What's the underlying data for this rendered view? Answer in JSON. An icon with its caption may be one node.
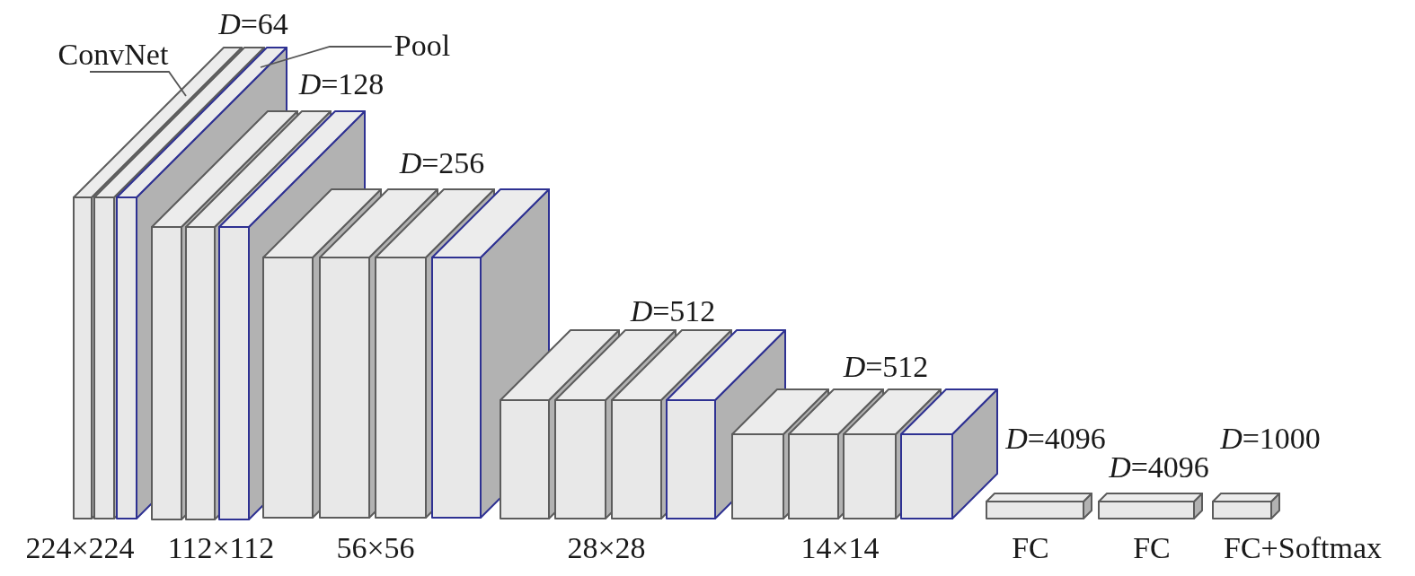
{
  "diagram": {
    "nodes": [
      {
        "text": [
          "ConvNet"
        ]
      },
      {
        "text": [],
        "shape": "box"
      },
      {
        "text": [
          "Pool"
        ]
      },
      {
        "text": [],
        "shape": "box"
      }
    ],
    "edges": [
      {
        "from": 0,
        "to": 1,
        "arrow": "none"
      },
      {
        "from": 2,
        "to": 3,
        "arrow": "none"
      }
    ],
    "labels": [
      "*D*=64",
      "*D*=128",
      "*D*=256",
      "*D*=512",
      "*D*=512",
      "*D*=4096",
      "*D*=1000",
      "*D*=4096",
      "224×224",
      "112×112",
      "56×56",
      "28×28",
      "14×14",
      "FC",
      "FC",
      "FC+Softmax"
    ]
  }
}
